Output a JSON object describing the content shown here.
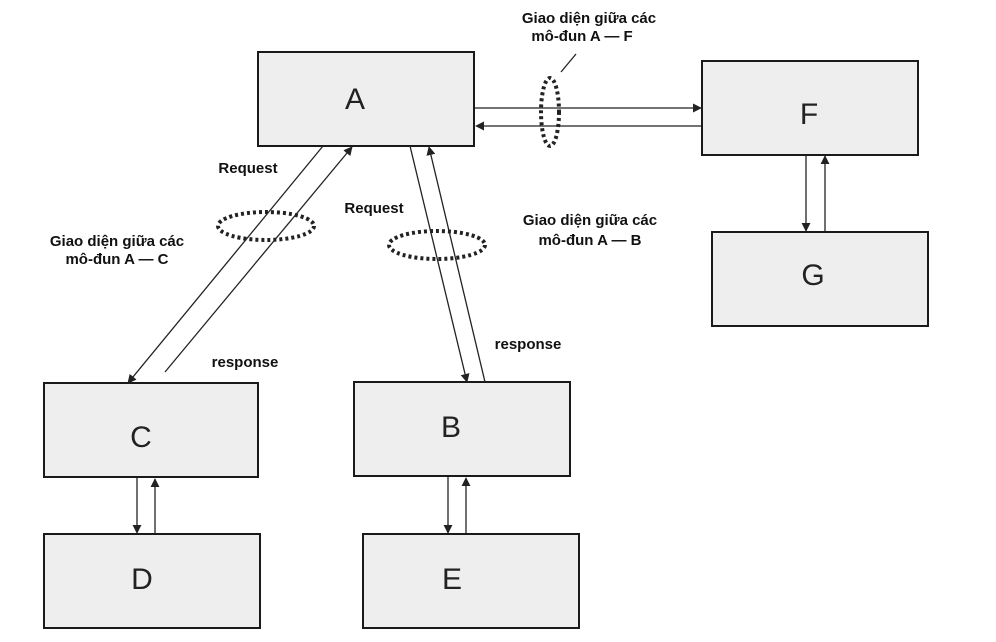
{
  "modules": {
    "a": "A",
    "b": "B",
    "c": "C",
    "d": "D",
    "e": "E",
    "f": "F",
    "g": "G"
  },
  "labels": {
    "interface_af_line1": "Giao diện giữa các",
    "interface_af_line2": "mô-đun A — F",
    "interface_ab_line1": "Giao diện giữa các",
    "interface_ab_line2": "mô-đun A — B",
    "interface_ac_line1": "Giao diện giữa các",
    "interface_ac_line2": "mô-đun A — C",
    "request_ac": "Request",
    "request_ab": "Request",
    "response_ac": "response",
    "response_ab": "response"
  }
}
